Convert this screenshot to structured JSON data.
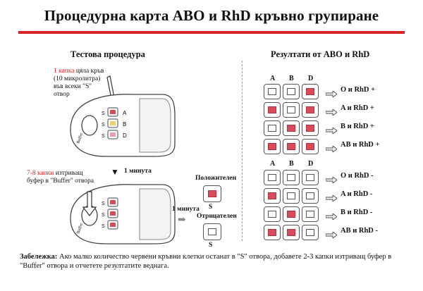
{
  "title": "Процедурна карта ABO и RhD кръвно групиране",
  "left": {
    "heading": "Тестова процедура",
    "step1_red": "1 капка",
    "step1_rest_line1": " цяла кръв",
    "step1_line2": "(10 микролитра)",
    "step1_line3": "във всеки \"S\"",
    "step1_line4": "отвор",
    "wait1": "1 минута",
    "step2_red": "7-8 капки",
    "step2_rest_line1": " изтриващ",
    "step2_line2": "буфер в \"Buffer\" отвора",
    "wait2": "1 минута",
    "positive_label": "Положителен",
    "negative_label": "Отрицателен",
    "s_label": "S",
    "card_letters": [
      "A",
      "B",
      "D"
    ],
    "card_s": [
      "S",
      "S",
      "S"
    ],
    "card_buffer": "Buffer"
  },
  "right": {
    "heading": "Резултати от ABO и RhD",
    "columns": [
      "A",
      "B",
      "D"
    ],
    "rows_positive": [
      {
        "cells": [
          false,
          false,
          true
        ],
        "result": "O и RhD +"
      },
      {
        "cells": [
          true,
          false,
          true
        ],
        "result": "A и RhD +"
      },
      {
        "cells": [
          false,
          true,
          true
        ],
        "result": "B и RhD +"
      },
      {
        "cells": [
          true,
          true,
          true
        ],
        "result": "AB и RhD +"
      }
    ],
    "rows_negative": [
      {
        "cells": [
          false,
          false,
          false
        ],
        "result": "O и RhD -"
      },
      {
        "cells": [
          true,
          false,
          false
        ],
        "result": "A и RhD -"
      },
      {
        "cells": [
          false,
          true,
          false
        ],
        "result": "B и RhD -"
      },
      {
        "cells": [
          true,
          true,
          false
        ],
        "result": "AB и RhD -"
      }
    ]
  },
  "note": {
    "label": "Забележка:",
    "text": " Ако малко количество червени кръвни клетки останат в \"S\" отвора, добавете 2-3 капки изтриващ буфер в \"Buffer\" отвора и отчетете резултатите веднага."
  },
  "colors": {
    "accent": "#d6232a",
    "positive_dot": "#d94a5a"
  }
}
